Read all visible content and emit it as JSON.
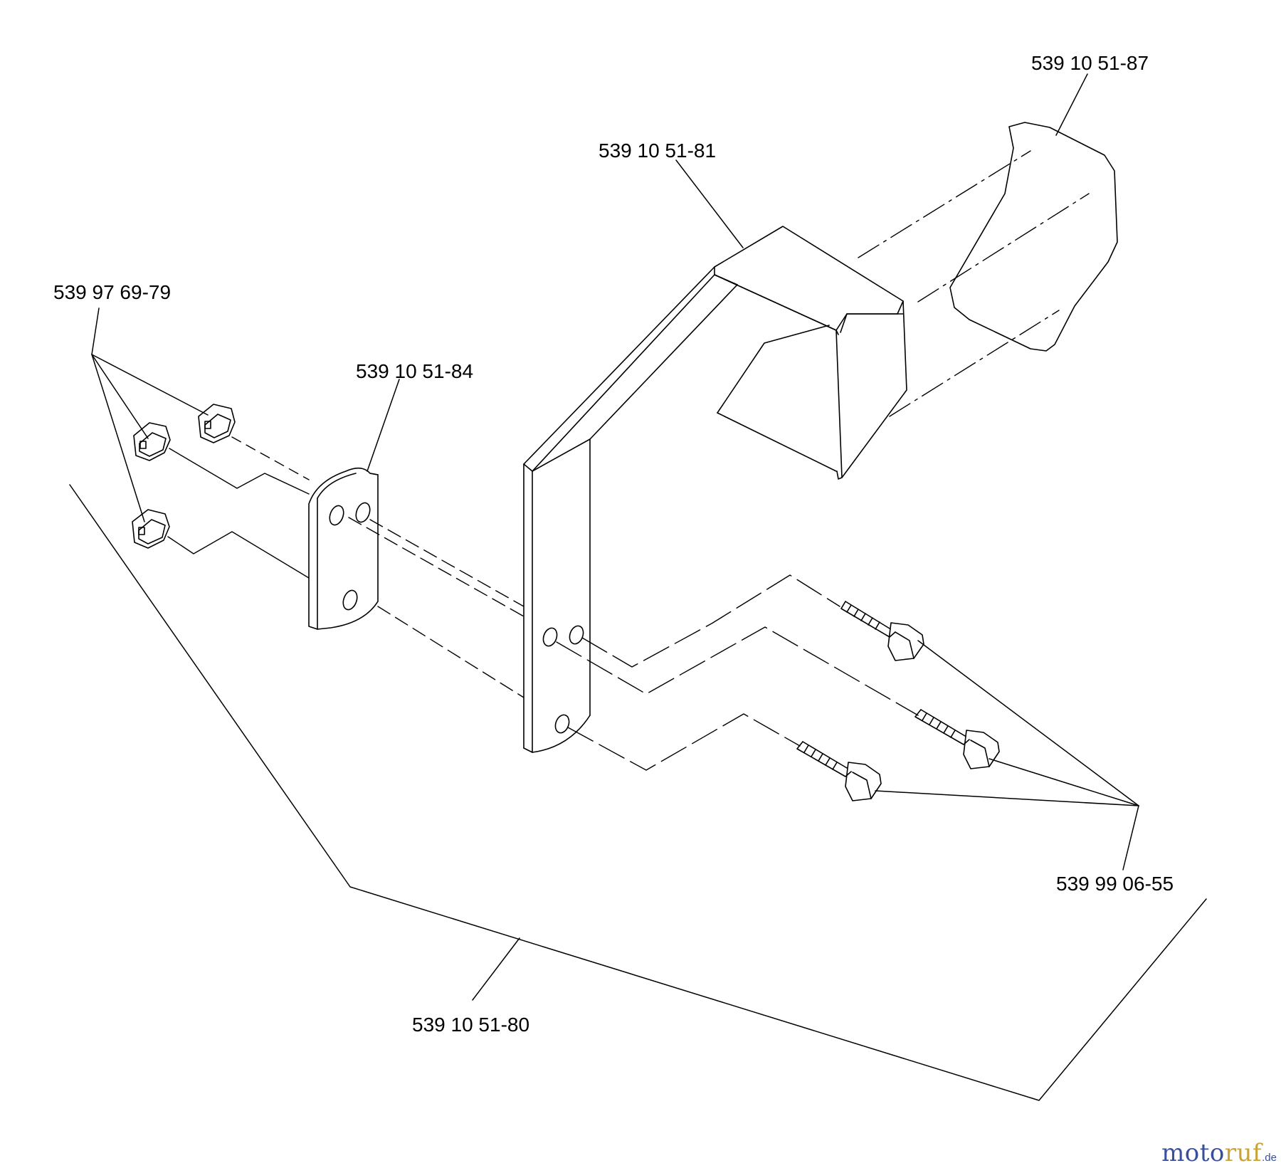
{
  "diagram": {
    "labels": {
      "bracket_plate": "539 10 51-81",
      "cover_plate": "539 10 51-87",
      "nuts": "539 97 69-79",
      "spacer": "539 10 51-84",
      "bolts": "539 99 06-55",
      "kit": "539 10 51-80"
    }
  },
  "watermark": {
    "part1": "moto",
    "part2": "ruf",
    "suffix": ".de",
    "colors": [
      "#3a4f9a",
      "#c7a43a",
      "#3a4f9a"
    ]
  },
  "colors": {
    "line": "#000000",
    "background": "#ffffff"
  }
}
